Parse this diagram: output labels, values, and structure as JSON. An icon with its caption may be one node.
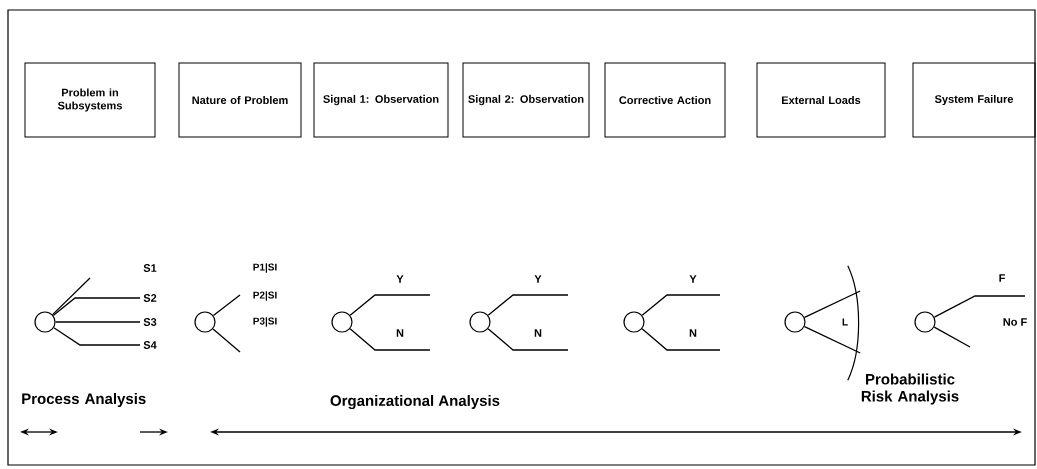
{
  "diagram": {
    "nodes": [
      {
        "text": [
          "Problem in Subsystems"
        ]
      },
      {
        "text": [
          "Nature of Problem"
        ]
      },
      {
        "text": [
          "Signal 1: Observation"
        ]
      },
      {
        "text": [
          "Signal 2: Observation"
        ]
      },
      {
        "text": [
          "Corrective Action"
        ]
      },
      {
        "text": [
          "External Loads"
        ]
      },
      {
        "text": [
          "System Failure"
        ]
      },
      {
        "text": [],
        "shape": "circle"
      },
      {
        "text": [],
        "shape": "circle"
      },
      {
        "text": [],
        "shape": "circle"
      },
      {
        "text": [],
        "shape": "circle"
      },
      {
        "text": [],
        "shape": "circle"
      },
      {
        "text": [],
        "shape": "circle"
      },
      {
        "text": [],
        "shape": "circle"
      },
      {
        "text": [],
        "shape": "arc"
      }
    ],
    "edges": [
      {
        "from": 7,
        "to": null,
        "arrow": "none",
        "label": "S1"
      },
      {
        "from": 7,
        "to": null,
        "arrow": "none",
        "label": "S2"
      },
      {
        "from": 7,
        "to": null,
        "arrow": "none",
        "label": "S3"
      },
      {
        "from": 7,
        "to": null,
        "arrow": "none",
        "label": "S4"
      },
      {
        "from": 8,
        "to": null,
        "arrow": "none"
      },
      {
        "from": 8,
        "to": null,
        "arrow": "none"
      },
      {
        "from": 9,
        "to": null,
        "arrow": "none",
        "label": "Y"
      },
      {
        "from": 9,
        "to": null,
        "arrow": "none",
        "label": "N"
      },
      {
        "from": 10,
        "to": null,
        "arrow": "none",
        "label": "Y"
      },
      {
        "from": 10,
        "to": null,
        "arrow": "none",
        "label": "N"
      },
      {
        "from": 11,
        "to": null,
        "arrow": "none",
        "label": "Y"
      },
      {
        "from": 11,
        "to": null,
        "arrow": "none",
        "label": "N"
      },
      {
        "from": 12,
        "to": 14,
        "arrow": "none"
      },
      {
        "from": 12,
        "to": 14,
        "arrow": "none"
      },
      {
        "from": 13,
        "to": null,
        "arrow": "none",
        "label": "F"
      },
      {
        "from": 13,
        "to": null,
        "arrow": "none",
        "label": "No F"
      }
    ],
    "labels": [
      "P1|SI",
      "P2|SI",
      "P3|SI",
      "L",
      "Process Analysis",
      "Organizational Analysis",
      "Probabilistic Risk Analysis"
    ]
  }
}
